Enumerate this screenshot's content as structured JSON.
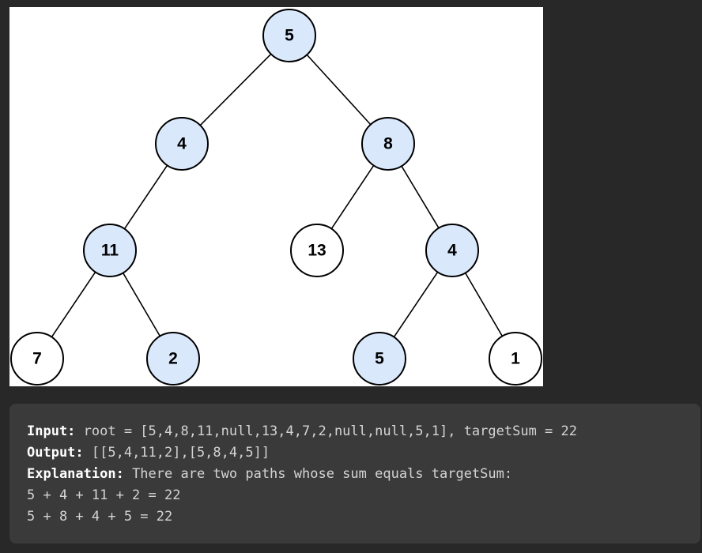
{
  "tree": {
    "nodes": [
      {
        "id": "n1",
        "value": "5",
        "highlighted": true
      },
      {
        "id": "n2",
        "value": "4",
        "highlighted": true
      },
      {
        "id": "n3",
        "value": "8",
        "highlighted": true
      },
      {
        "id": "n4",
        "value": "11",
        "highlighted": true
      },
      {
        "id": "n5",
        "value": "13",
        "highlighted": false
      },
      {
        "id": "n6",
        "value": "4",
        "highlighted": true
      },
      {
        "id": "n7",
        "value": "7",
        "highlighted": false
      },
      {
        "id": "n8",
        "value": "2",
        "highlighted": true
      },
      {
        "id": "n9",
        "value": "5",
        "highlighted": true
      },
      {
        "id": "n10",
        "value": "1",
        "highlighted": false
      }
    ],
    "edges": [
      [
        "n1",
        "n2"
      ],
      [
        "n1",
        "n3"
      ],
      [
        "n2",
        "n4"
      ],
      [
        "n3",
        "n5"
      ],
      [
        "n3",
        "n6"
      ],
      [
        "n4",
        "n7"
      ],
      [
        "n4",
        "n8"
      ],
      [
        "n6",
        "n9"
      ],
      [
        "n6",
        "n10"
      ]
    ],
    "colors": {
      "highlight_fill": "#dae8fc",
      "plain_fill": "#ffffff",
      "stroke": "#000000"
    }
  },
  "example": {
    "input_label": "Input:",
    "input_value": " root = [5,4,8,11,null,13,4,7,2,null,null,5,1], targetSum = 22",
    "output_label": "Output:",
    "output_value": " [[5,4,11,2],[5,8,4,5]]",
    "explanation_label": "Explanation:",
    "explanation_value": " There are two paths whose sum equals targetSum:",
    "path_lines": [
      "5 + 4 + 11 + 2 = 22",
      "5 + 8 + 4 + 5 = 22"
    ]
  }
}
